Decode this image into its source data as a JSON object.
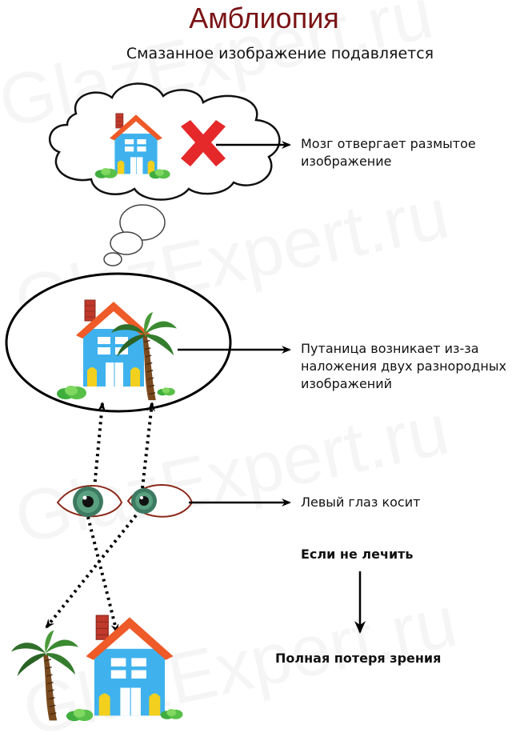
{
  "title": "Амблиопия",
  "subtitle": "Смазанное изображение подавляется",
  "labels": {
    "brain_rejects_line1": "Мозг отвергает размытое",
    "brain_rejects_line2": "изображение",
    "confusion_line1": "Путаница возникает из-за",
    "confusion_line2": "наложения двух разнородных",
    "confusion_line3": "изображений",
    "left_eye": "Левый глаз косит",
    "if_untreated": "Если не лечить",
    "total_loss": "Полная потеря зрения"
  },
  "watermark": "GlazExpert.ru",
  "colors": {
    "title": "#7a1416",
    "roof": "#ee5a28",
    "house_wall": "#3fb2ee",
    "window": "#ffffff",
    "door_side": "#f3d01e",
    "chimney": "#c0392b",
    "bush": "#3fae3f",
    "palm_leaf": "#2f6f2a",
    "palm_trunk": "#7a4a1e",
    "cross": "#e5282a",
    "iris": "#3d7a62"
  },
  "icons": [
    "house-icon",
    "palm-tree-icon",
    "red-cross-icon",
    "eye-icon",
    "thought-cloud-icon",
    "arrow-icon"
  ]
}
